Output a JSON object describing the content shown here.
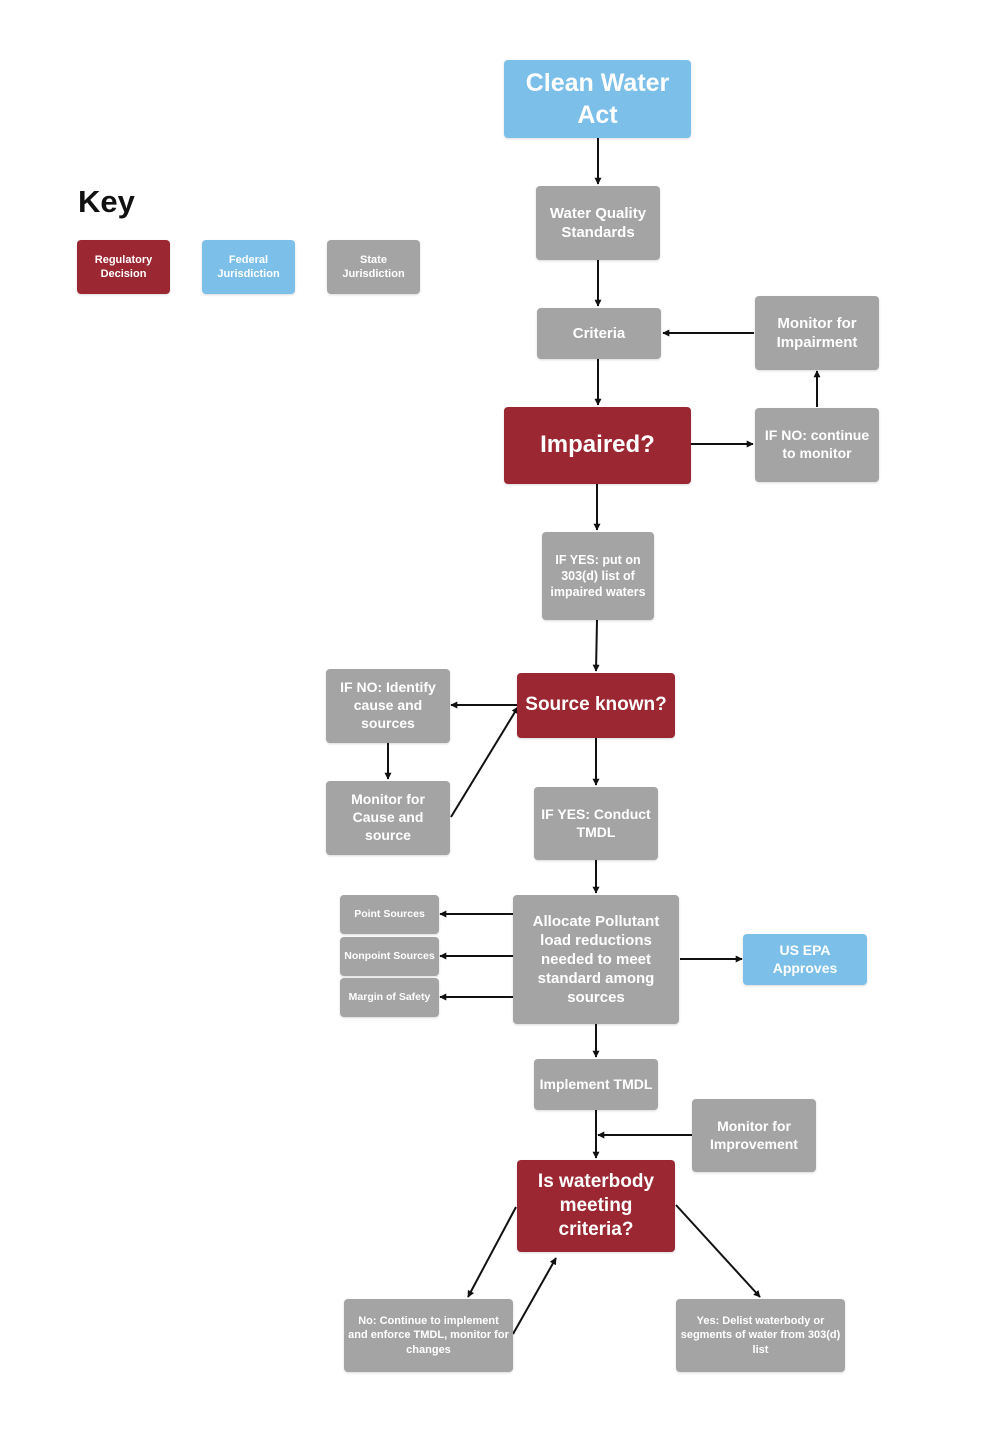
{
  "key": {
    "title": "Key",
    "items": [
      {
        "label": "Regulatory Decision",
        "type": "regulatory"
      },
      {
        "label": "Federal Jurisdiction",
        "type": "federal"
      },
      {
        "label": "State Jurisdiction",
        "type": "state"
      }
    ]
  },
  "colors": {
    "regulatory": "#9b2732",
    "federal": "#7cbfe8",
    "state": "#a4a4a4",
    "arrow": "#111111"
  },
  "nodes": {
    "clean_water_act": "Clean Water Act",
    "water_quality_standards": "Water Quality Standards",
    "criteria": "Criteria",
    "monitor_impairment": "Monitor for Impairment",
    "impaired": "Impaired?",
    "if_no_continue_monitor": "IF NO: continue to monitor",
    "if_yes_303d": "IF YES: put on 303(d) list of impaired waters",
    "source_known": "Source known?",
    "if_no_identify": "IF NO: Identify cause and sources",
    "monitor_cause_source": "Monitor for Cause and source",
    "if_yes_tmdl": "IF YES: Conduct TMDL",
    "allocate": "Allocate Pollutant load reductions needed to meet standard among sources",
    "point_sources": "Point Sources",
    "nonpoint_sources": "Nonpoint Sources",
    "margin_safety": "Margin of Safety",
    "epa_approves": "US EPA Approves",
    "implement_tmdl": "Implement TMDL",
    "monitor_improvement": "Monitor for Improvement",
    "meeting_criteria": "Is waterbody meeting criteria?",
    "no_continue": "No: Continue to implement and enforce TMDL, monitor for changes",
    "yes_delist": "Yes: Delist waterbody or segments of water from 303(d) list"
  }
}
